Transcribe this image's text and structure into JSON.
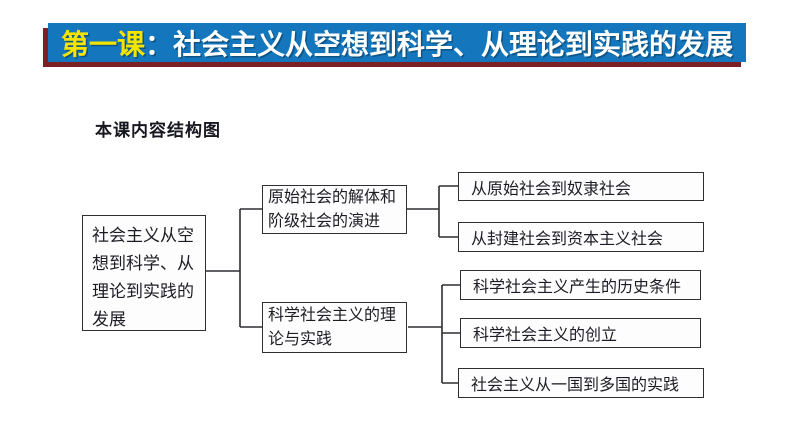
{
  "banner": {
    "lesson": "第一课",
    "colon": "：",
    "title": "社会主义从空想到科学、从理论到实践的发展"
  },
  "heading": "本课内容结构图",
  "diagram": {
    "root": {
      "label": "社会主义从空想到科学、从理论到实践的发展"
    },
    "branches": [
      {
        "label": "原始社会的解体和阶级社会的演进"
      },
      {
        "label": "科学社会主义的理论与实践"
      }
    ],
    "leaves": [
      {
        "label": "从原始社会到奴隶社会",
        "parent": "原始社会的解体和阶级社会的演进"
      },
      {
        "label": "从封建社会到资本主义社会",
        "parent": "原始社会的解体和阶级社会的演进"
      },
      {
        "label": "科学社会主义产生的历史条件",
        "parent": "科学社会主义的理论与实践"
      },
      {
        "label": "科学社会主义的创立",
        "parent": "科学社会主义的理论与实践"
      },
      {
        "label": "社会主义从一国到多国的实践",
        "parent": "科学社会主义的理论与实践"
      }
    ]
  },
  "colors": {
    "banner_bg": "#1477be",
    "banner_shadow": "#7b2125",
    "banner_lesson_text": "#f5e400",
    "banner_title_text": "#ffffff",
    "box_border": "#2e2e33",
    "connector_line": "#2e2e33",
    "page_bg": "#ffffff"
  }
}
